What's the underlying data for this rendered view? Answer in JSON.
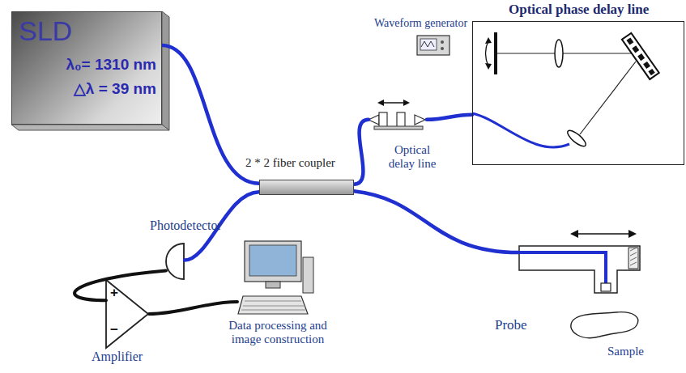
{
  "diagram": {
    "nodes": [
      {
        "text": [
          "SLD",
          "λ₀= 1310 nm",
          "△λ = 39 nm"
        ]
      },
      {
        "text": [
          "Optical phase delay line"
        ]
      },
      {
        "text": [
          "Waveform generator"
        ]
      },
      {
        "text": [
          "2 * 2 fiber coupler"
        ]
      },
      {
        "text": [
          "Optical delay line"
        ]
      },
      {
        "text": [
          "Photodetector"
        ]
      },
      {
        "text": [
          "Amplifier"
        ]
      },
      {
        "text": [
          "Data processing and image construction"
        ]
      },
      {
        "text": [
          "Probe"
        ]
      },
      {
        "text": [
          "Sample"
        ]
      }
    ],
    "edges": [
      {
        "from": 0,
        "to": 3,
        "arrow": "none"
      },
      {
        "from": 3,
        "to": 5,
        "arrow": "none"
      },
      {
        "from": 3,
        "to": 4,
        "arrow": "none"
      },
      {
        "from": 3,
        "to": 8,
        "arrow": "none"
      },
      {
        "from": 5,
        "to": 6,
        "arrow": "none"
      },
      {
        "from": 6,
        "to": 7,
        "arrow": "none"
      },
      {
        "from": 4,
        "to": 1,
        "arrow": "none"
      }
    ],
    "labels": [
      "+",
      "−"
    ]
  }
}
